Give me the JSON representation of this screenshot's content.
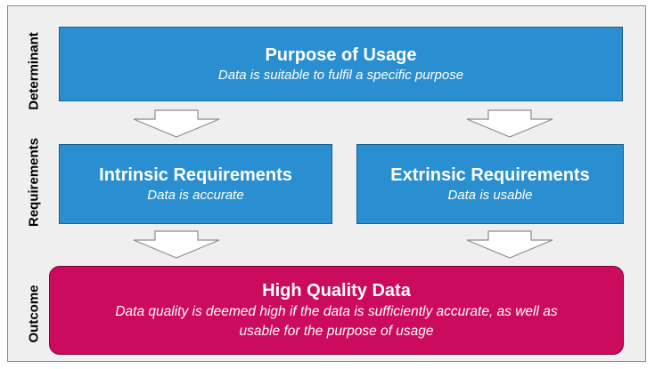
{
  "side_labels": {
    "determinant": "Determinant",
    "requirements": "Requirements",
    "outcome": "Outcome"
  },
  "purpose": {
    "title": "Purpose of Usage",
    "subtitle": "Data is suitable to fulfil a specific purpose"
  },
  "intrinsic": {
    "title": "Intrinsic Requirements",
    "subtitle": "Data is accurate"
  },
  "extrinsic": {
    "title": "Extrinsic Requirements",
    "subtitle": "Data is usable"
  },
  "outcome": {
    "title": "High Quality Data",
    "subtitle_line1": "Data quality is deemed high if the data is sufficiently accurate, as well as",
    "subtitle_line2": "usable for the purpose of usage"
  },
  "colors": {
    "frame_bg": "#efefef",
    "blue_box": "#2a8fd1",
    "outcome_box": "#cc0a5e",
    "arrow_fill": "#ffffff",
    "arrow_stroke": "#8c8c8c"
  }
}
